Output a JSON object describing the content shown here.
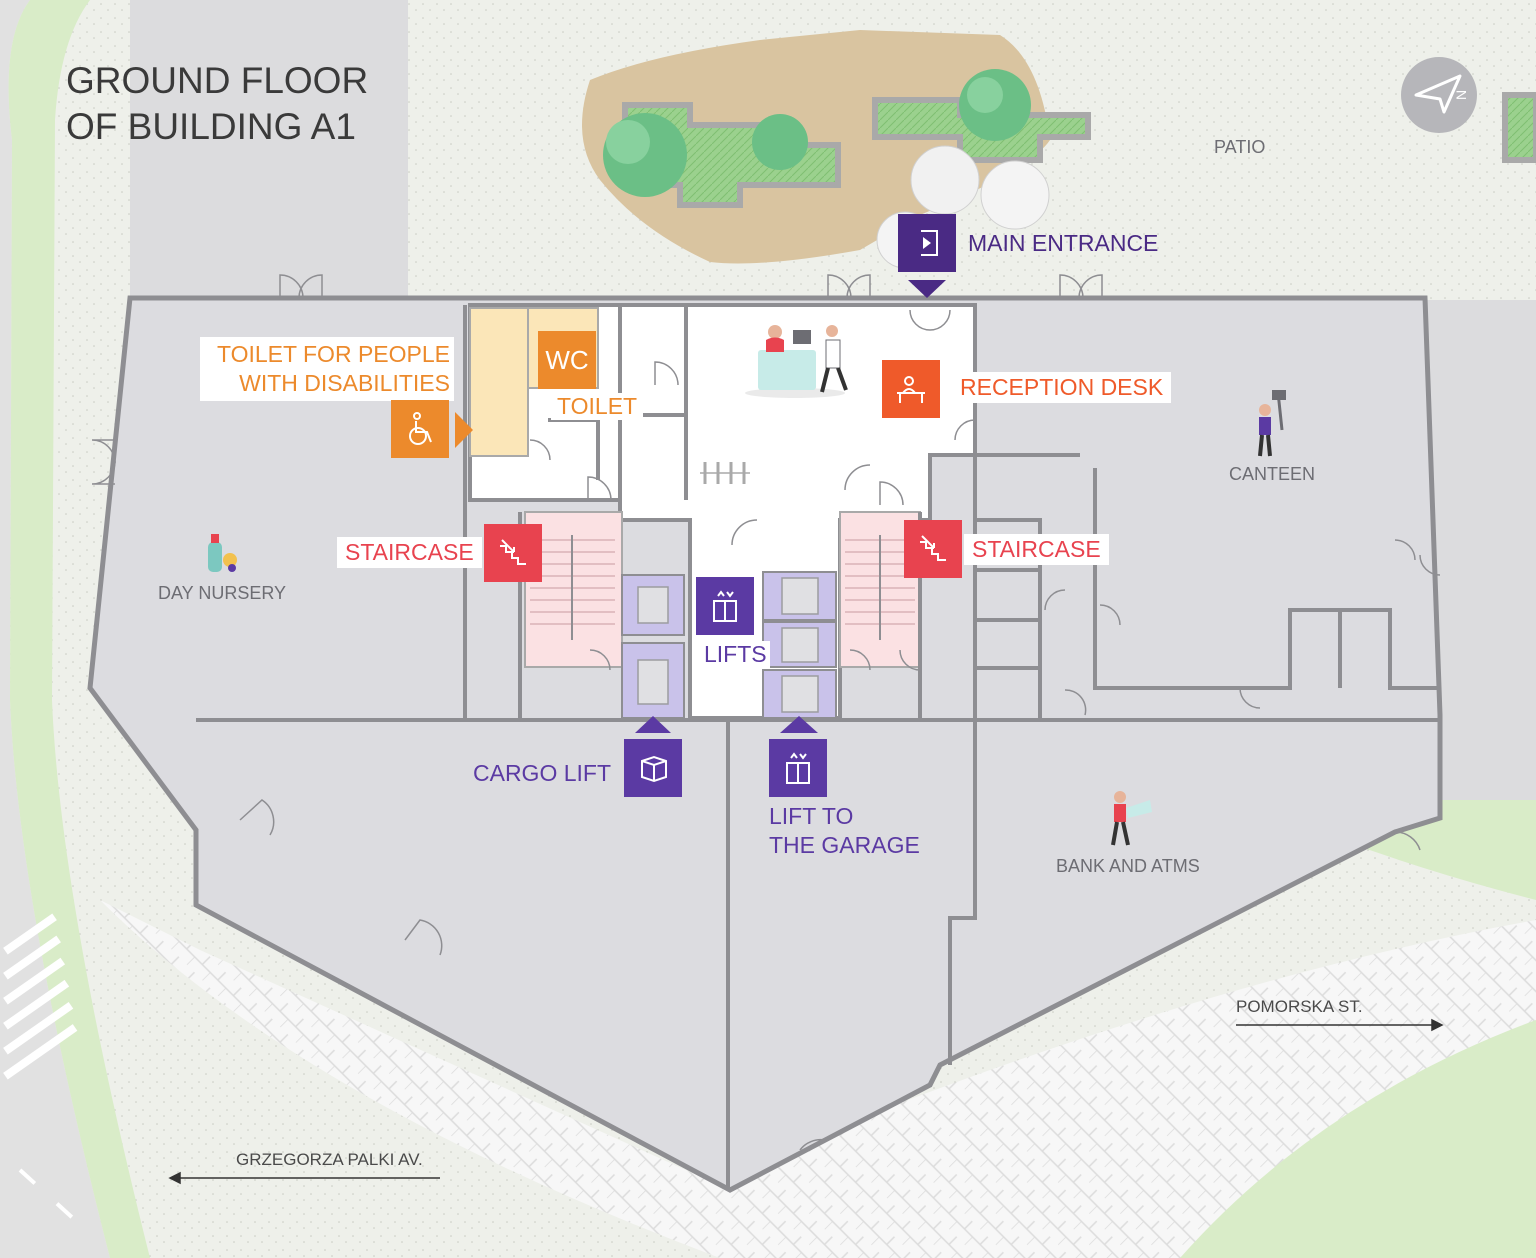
{
  "title": {
    "line1": "GROUND FLOOR",
    "line2": "OF BUILDING A1"
  },
  "areas": {
    "patio": "PATIO",
    "canteen": "CANTEEN",
    "day_nursery": "DAY NURSERY",
    "bank": "BANK AND ATMS"
  },
  "streets": {
    "pomorska": "POMORSKA ST.",
    "palki": "GRZEGORZA PALKI AV."
  },
  "legend": {
    "main_entrance": "MAIN ENTRANCE",
    "reception": "RECEPTION DESK",
    "toilet_disabled_line1": "TOILET FOR PEOPLE",
    "toilet_disabled_line2": "WITH DISABILITIES",
    "wc": "WC",
    "toilet": "TOILET",
    "staircase_left": "STAIRCASE",
    "staircase_right": "STAIRCASE",
    "lifts": "LIFTS",
    "cargo_lift": "CARGO LIFT",
    "garage_lift_line1": "LIFT TO",
    "garage_lift_line2": "THE GARAGE"
  },
  "icons": {
    "compass": "compass-north-icon",
    "entrance": "door-enter-icon",
    "reception": "reception-desk-icon",
    "wheelchair": "wheelchair-icon",
    "stairs": "stairs-icon",
    "lift": "lift-icon",
    "cargo": "box-icon"
  },
  "colors": {
    "purple": "#5b3aa3",
    "orange": "#ec8a2c",
    "red": "#e8434f",
    "reception_orange": "#ef5a2a",
    "floor": "#dcdce0",
    "grass": "#d9ecc8"
  }
}
